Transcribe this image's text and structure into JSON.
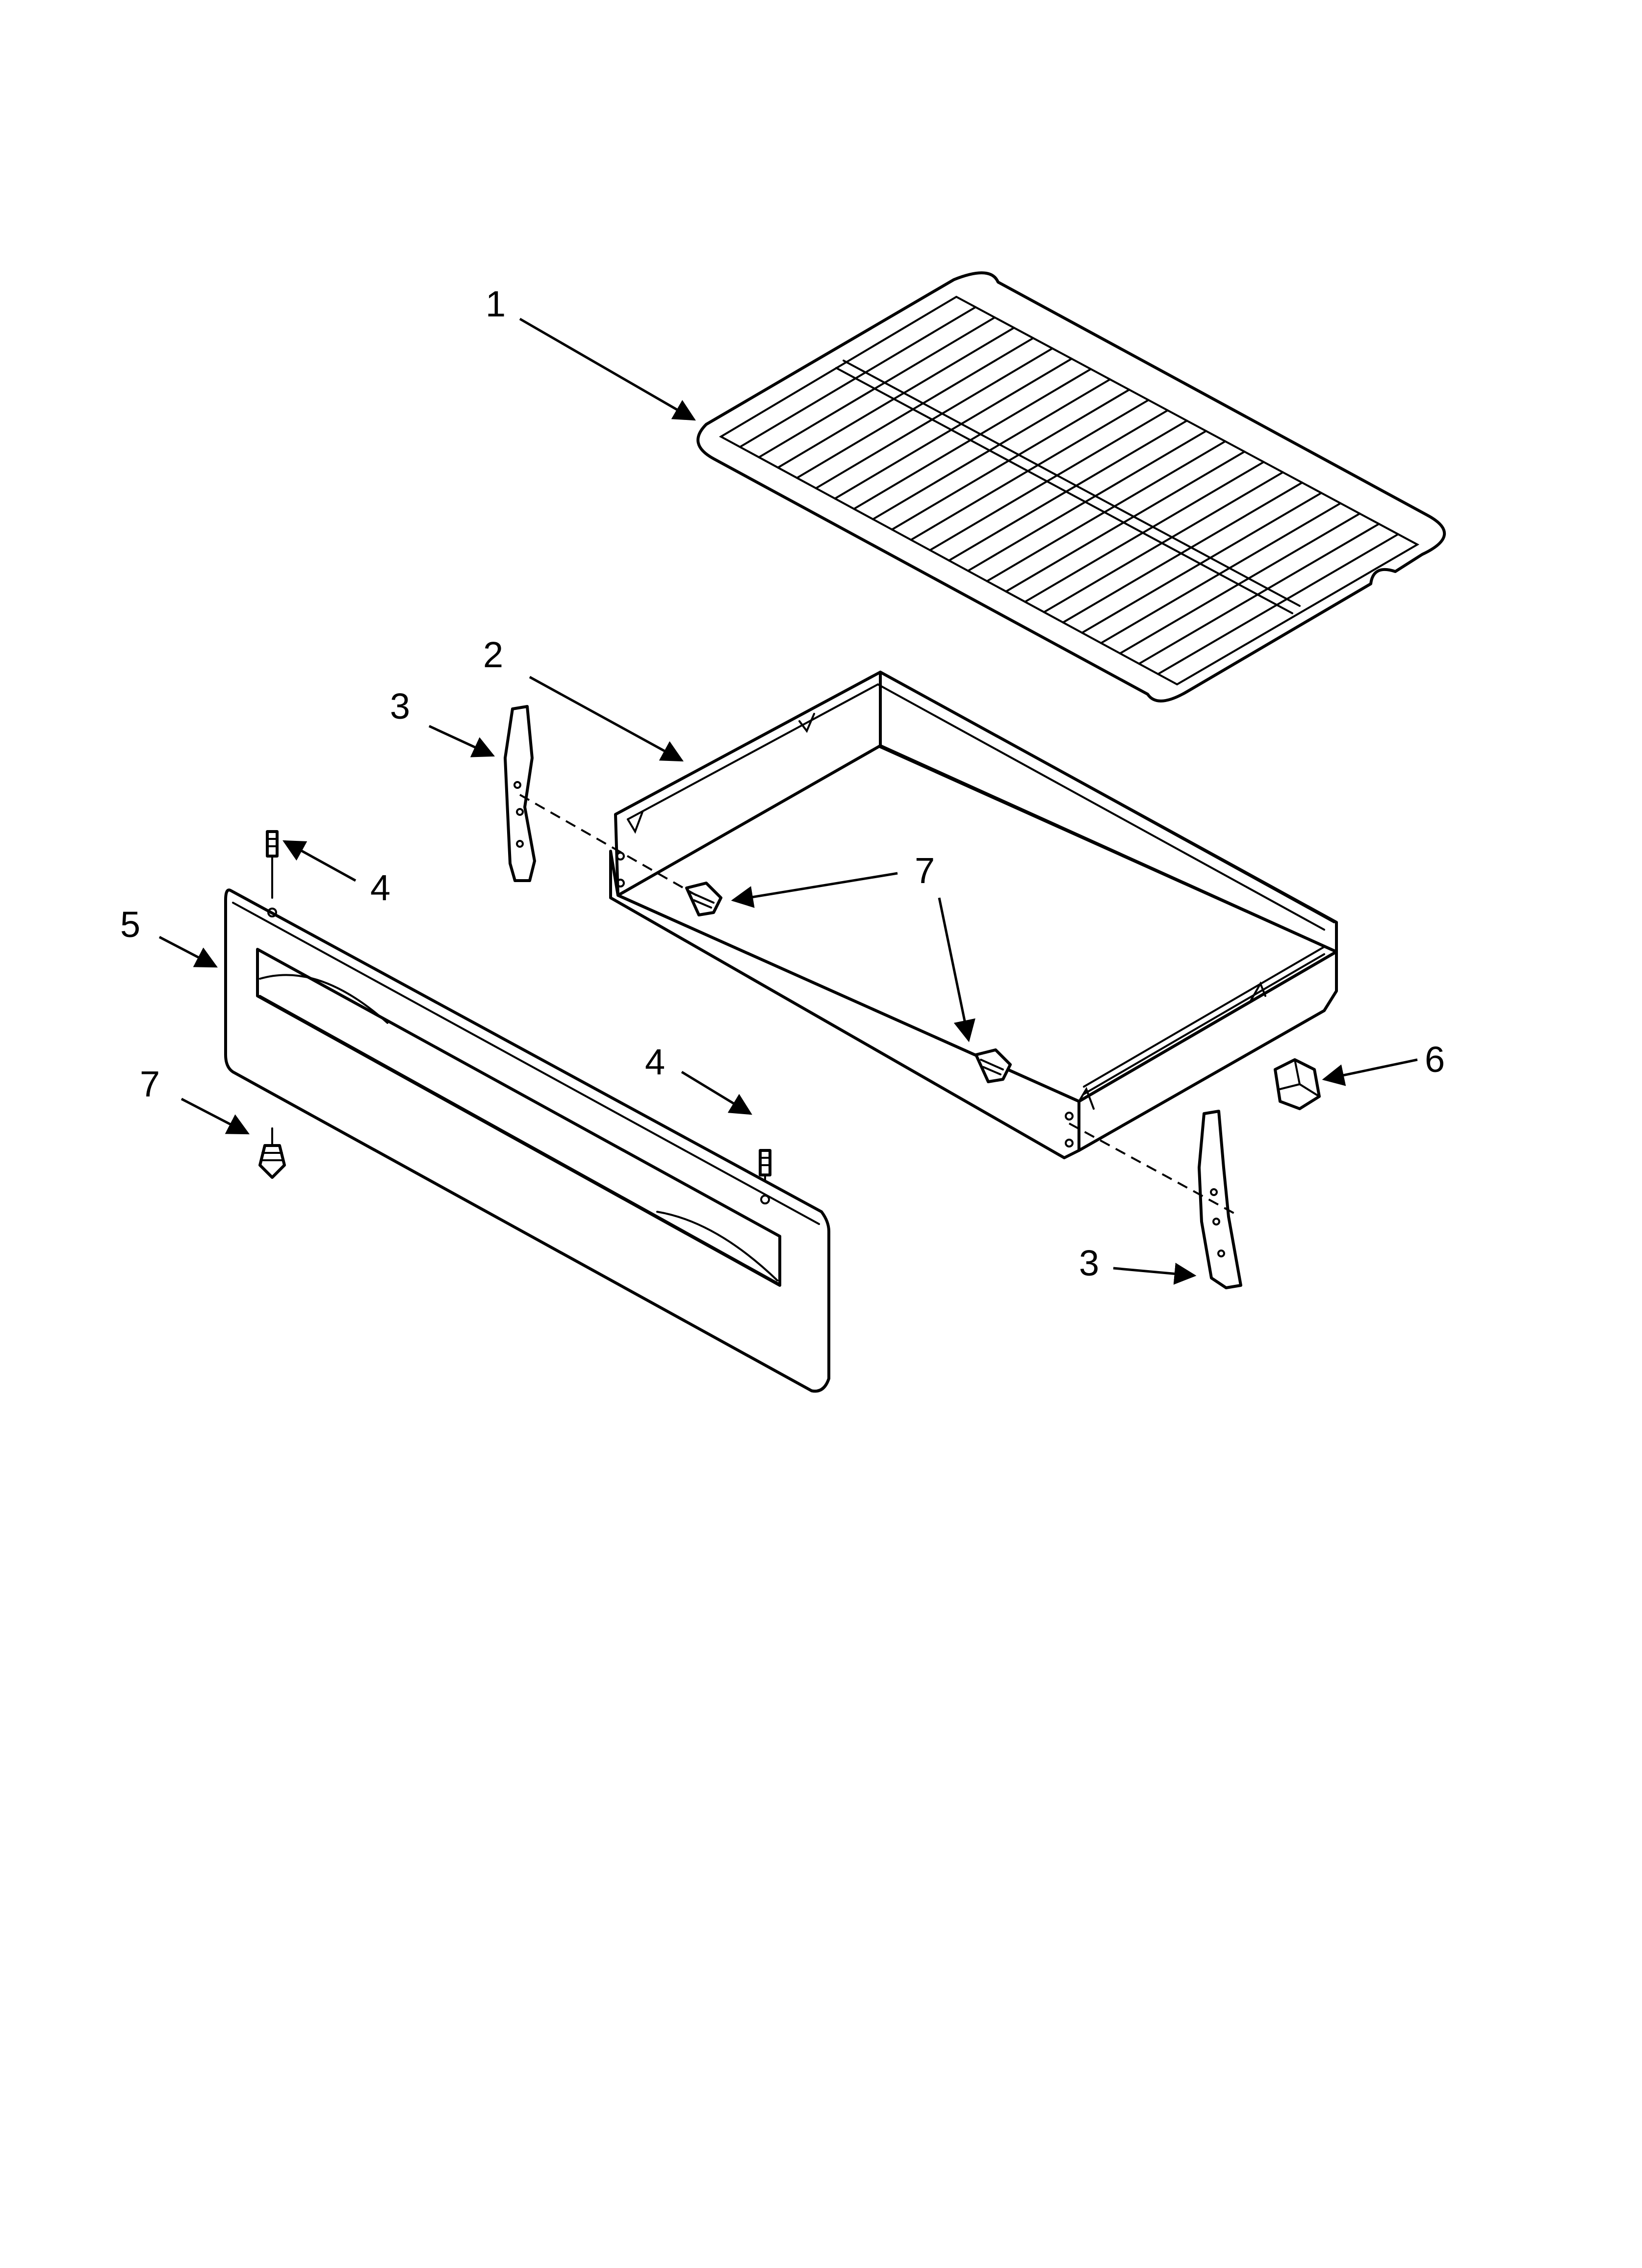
{
  "diagram": {
    "callouts": [
      {
        "id": "c1",
        "text": "1"
      },
      {
        "id": "c2",
        "text": "2"
      },
      {
        "id": "c3a",
        "text": "3"
      },
      {
        "id": "c3b",
        "text": "3"
      },
      {
        "id": "c4a",
        "text": "4"
      },
      {
        "id": "c4b",
        "text": "4"
      },
      {
        "id": "c5",
        "text": "5"
      },
      {
        "id": "c6",
        "text": "6"
      },
      {
        "id": "c7a",
        "text": "7"
      },
      {
        "id": "c7b",
        "text": "7"
      }
    ]
  }
}
